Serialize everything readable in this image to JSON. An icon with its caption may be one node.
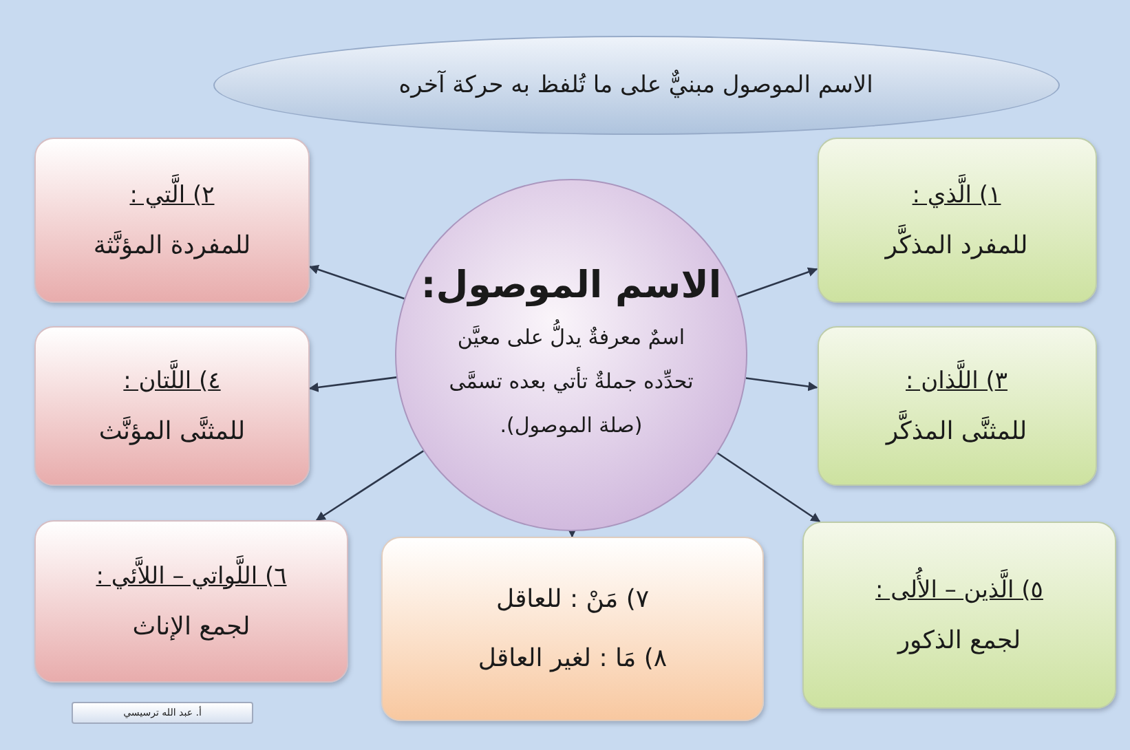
{
  "diagram": {
    "nodes": [
      {
        "text": [
          "الاسم الموصول مبنيٌّ على ما تُلفظ به حركة آخره"
        ]
      },
      {
        "text": [
          "الاسم الموصول:",
          "اسمٌ معرفةٌ يدلُّ على معيَّن تحدِّده جملةٌ تأتي بعده تسمَّى (صلة الموصول)."
        ]
      },
      {
        "text": [
          "١) الَّذي :",
          "للمفرد المذكَّر"
        ]
      },
      {
        "text": [
          "٢) الَّتي :",
          "للمفردة المؤنَّثة"
        ]
      },
      {
        "text": [
          "٣) اللَّذان :",
          "للمثنَّى المذكَّر"
        ]
      },
      {
        "text": [
          "٤) اللَّتان :",
          "للمثنَّى المؤنَّث"
        ]
      },
      {
        "text": [
          "٥) الَّذين – الأُلى :",
          "لجمع الذكور"
        ]
      },
      {
        "text": [
          "٦) اللَّواتي – اللاَّئي :",
          "لجمع الإناث"
        ]
      },
      {
        "text": [
          "٧) مَنْ : للعاقل",
          "٨) مَا : لغير العاقل"
        ]
      }
    ],
    "edges": [
      {
        "from": 1,
        "to": 2,
        "arrow": "to"
      },
      {
        "from": 1,
        "to": 3,
        "arrow": "to"
      },
      {
        "from": 1,
        "to": 4,
        "arrow": "to"
      },
      {
        "from": 1,
        "to": 5,
        "arrow": "to"
      },
      {
        "from": 1,
        "to": 6,
        "arrow": "to"
      },
      {
        "from": 1,
        "to": 7,
        "arrow": "to"
      },
      {
        "from": 1,
        "to": 8,
        "arrow": "to"
      }
    ],
    "labels": [
      "أ. عبد الله ترسيسي"
    ]
  }
}
